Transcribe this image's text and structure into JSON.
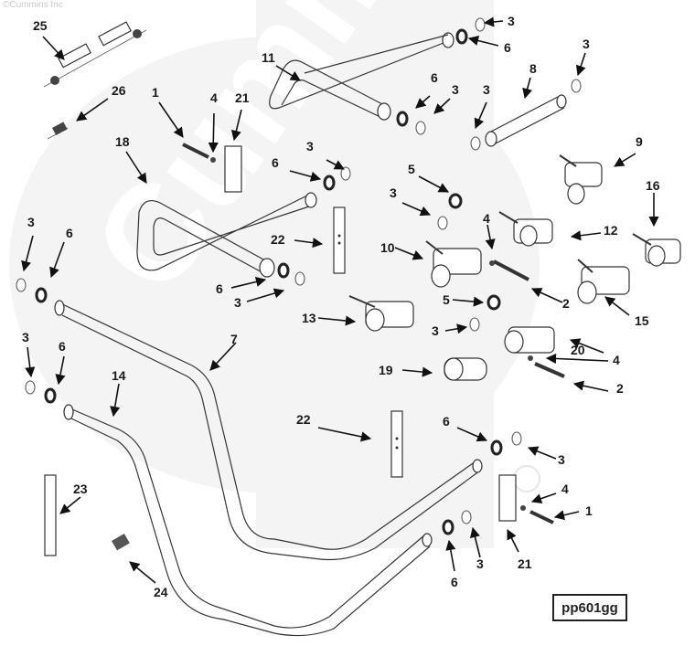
{
  "diagram": {
    "title": "Cummins coolant tube / connector exploded parts diagram",
    "copyright": "©Cummins Inc",
    "reference_code": "pp601gg",
    "watermark_text": "Cummins",
    "watermark_color": "#f2f2f2",
    "line_color": "#333333",
    "callouts": [
      {
        "id": "c25",
        "label": "25",
        "part": "hose assembly"
      },
      {
        "id": "c26",
        "label": "26",
        "part": "fitting"
      },
      {
        "id": "c1a",
        "label": "1",
        "part": "screw"
      },
      {
        "id": "c4a",
        "label": "4",
        "part": "washer"
      },
      {
        "id": "c21a",
        "label": "21",
        "part": "clamp block"
      },
      {
        "id": "c18",
        "label": "18",
        "part": "bent tube"
      },
      {
        "id": "c11",
        "label": "11",
        "part": "bent tube"
      },
      {
        "id": "c3a",
        "label": "3",
        "part": "o-ring"
      },
      {
        "id": "c6a",
        "label": "6",
        "part": "seal ring"
      },
      {
        "id": "c6b",
        "label": "6",
        "part": "seal ring"
      },
      {
        "id": "c3b",
        "label": "3",
        "part": "o-ring"
      },
      {
        "id": "c3c",
        "label": "3",
        "part": "o-ring"
      },
      {
        "id": "c8",
        "label": "8",
        "part": "straight tube"
      },
      {
        "id": "c3d",
        "label": "3",
        "part": "o-ring"
      },
      {
        "id": "c3e",
        "label": "3",
        "part": "o-ring"
      },
      {
        "id": "c6c",
        "label": "6",
        "part": "seal ring"
      },
      {
        "id": "c9",
        "label": "9",
        "part": "tube connector"
      },
      {
        "id": "c5a",
        "label": "5",
        "part": "seal"
      },
      {
        "id": "c3f",
        "label": "3",
        "part": "o-ring"
      },
      {
        "id": "c16",
        "label": "16",
        "part": "tube connector"
      },
      {
        "id": "c4b",
        "label": "4",
        "part": "washer"
      },
      {
        "id": "c12",
        "label": "12",
        "part": "tube connector"
      },
      {
        "id": "c22a",
        "label": "22",
        "part": "clamp plate"
      },
      {
        "id": "c10",
        "label": "10",
        "part": "tube connector"
      },
      {
        "id": "c3g",
        "label": "3",
        "part": "o-ring"
      },
      {
        "id": "c6d",
        "label": "6",
        "part": "seal ring"
      },
      {
        "id": "c6e",
        "label": "6",
        "part": "seal ring"
      },
      {
        "id": "c3h",
        "label": "3",
        "part": "o-ring"
      },
      {
        "id": "c2a",
        "label": "2",
        "part": "screw"
      },
      {
        "id": "c15",
        "label": "15",
        "part": "tube connector"
      },
      {
        "id": "c5b",
        "label": "5",
        "part": "seal"
      },
      {
        "id": "c13",
        "label": "13",
        "part": "tube connector"
      },
      {
        "id": "c3i",
        "label": "3",
        "part": "o-ring"
      },
      {
        "id": "c20",
        "label": "20",
        "part": "tube connector"
      },
      {
        "id": "c7",
        "label": "7",
        "part": "long bent tube"
      },
      {
        "id": "c3j",
        "label": "3",
        "part": "o-ring"
      },
      {
        "id": "c6f",
        "label": "6",
        "part": "seal ring"
      },
      {
        "id": "c4c",
        "label": "4",
        "part": "washer"
      },
      {
        "id": "c19",
        "label": "19",
        "part": "tube connector"
      },
      {
        "id": "c2b",
        "label": "2",
        "part": "screw"
      },
      {
        "id": "c14",
        "label": "14",
        "part": "long bent tube"
      },
      {
        "id": "c22b",
        "label": "22",
        "part": "clamp plate"
      },
      {
        "id": "c6g",
        "label": "6",
        "part": "seal ring"
      },
      {
        "id": "c3k",
        "label": "3",
        "part": "o-ring"
      },
      {
        "id": "c23",
        "label": "23",
        "part": "plate"
      },
      {
        "id": "c4d",
        "label": "4",
        "part": "washer"
      },
      {
        "id": "c1b",
        "label": "1",
        "part": "screw"
      },
      {
        "id": "c3l",
        "label": "3",
        "part": "o-ring"
      },
      {
        "id": "c21b",
        "label": "21",
        "part": "clamp block"
      },
      {
        "id": "c6h",
        "label": "6",
        "part": "seal ring"
      },
      {
        "id": "c24",
        "label": "24",
        "part": "clip"
      }
    ]
  }
}
